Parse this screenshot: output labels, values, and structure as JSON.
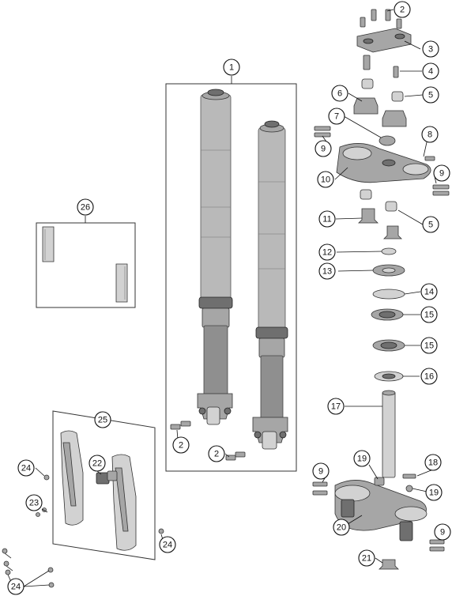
{
  "callouts": [
    {
      "id": "c1",
      "label": "1"
    },
    {
      "id": "c2a",
      "label": "2"
    },
    {
      "id": "c2b",
      "label": "2"
    },
    {
      "id": "c2c",
      "label": "2"
    },
    {
      "id": "c3",
      "label": "3"
    },
    {
      "id": "c4",
      "label": "4"
    },
    {
      "id": "c5a",
      "label": "5"
    },
    {
      "id": "c5b",
      "label": "5"
    },
    {
      "id": "c6",
      "label": "6"
    },
    {
      "id": "c7",
      "label": "7"
    },
    {
      "id": "c8",
      "label": "8"
    },
    {
      "id": "c9a",
      "label": "9"
    },
    {
      "id": "c9b",
      "label": "9"
    },
    {
      "id": "c9c",
      "label": "9"
    },
    {
      "id": "c9d",
      "label": "9"
    },
    {
      "id": "c10",
      "label": "10"
    },
    {
      "id": "c11",
      "label": "11"
    },
    {
      "id": "c12",
      "label": "12"
    },
    {
      "id": "c13",
      "label": "13"
    },
    {
      "id": "c14",
      "label": "14"
    },
    {
      "id": "c15a",
      "label": "15"
    },
    {
      "id": "c15b",
      "label": "15"
    },
    {
      "id": "c16",
      "label": "16"
    },
    {
      "id": "c17",
      "label": "17"
    },
    {
      "id": "c18",
      "label": "18"
    },
    {
      "id": "c19a",
      "label": "19"
    },
    {
      "id": "c19b",
      "label": "19"
    },
    {
      "id": "c20",
      "label": "20"
    },
    {
      "id": "c21",
      "label": "21"
    },
    {
      "id": "c22",
      "label": "22"
    },
    {
      "id": "c23",
      "label": "23"
    },
    {
      "id": "c24a",
      "label": "24"
    },
    {
      "id": "c24b",
      "label": "24"
    },
    {
      "id": "c24c",
      "label": "24"
    },
    {
      "id": "c25",
      "label": "25"
    },
    {
      "id": "c26",
      "label": "26"
    }
  ],
  "colors": {
    "line": "#111111",
    "tube": "#b9b9b9",
    "metal": "#a6a6a6",
    "background": "#ffffff"
  }
}
